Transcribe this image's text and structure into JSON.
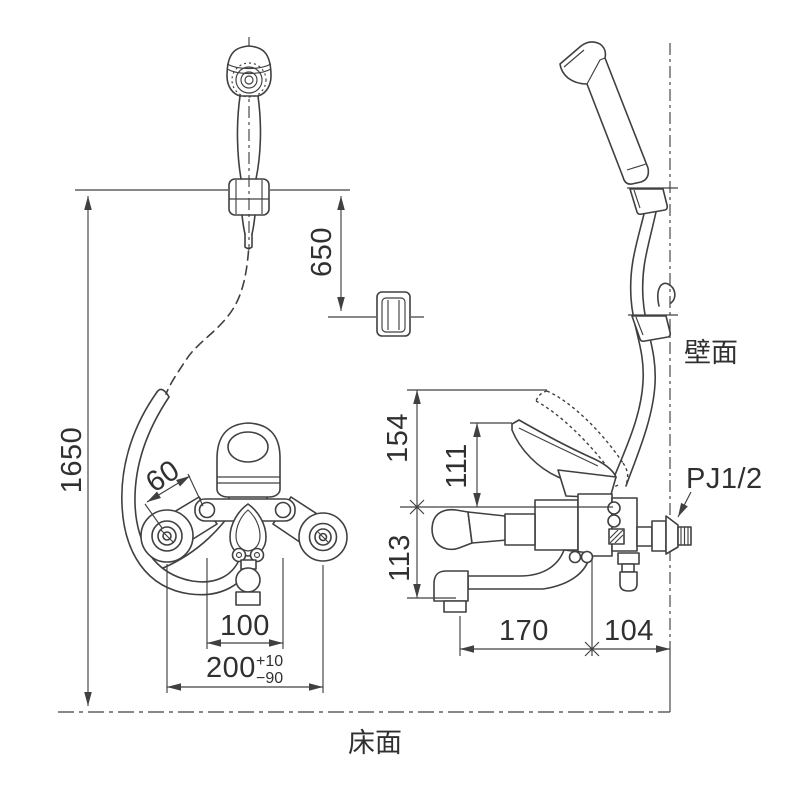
{
  "diagram": {
    "front": {
      "dim_hanger_height": "1650",
      "dim_hanger_spacing": "650",
      "dim_leg_offset": "60",
      "dim_inlet_pitch": "100",
      "dim_pipe_pitch": "200",
      "dim_pipe_tol_plus": "+10",
      "dim_pipe_tol_minus": "−90",
      "floor_label": "床面"
    },
    "side": {
      "dim_lever_raised": "154",
      "dim_lever_rest": "111",
      "dim_spout_drop": "113",
      "dim_spout_reach": "170",
      "dim_wall_offset": "104",
      "wall_label": "壁面",
      "thread_label": "PJ1/2"
    },
    "colors": {
      "line": "#404040",
      "text": "#303030",
      "background": "#ffffff"
    }
  }
}
